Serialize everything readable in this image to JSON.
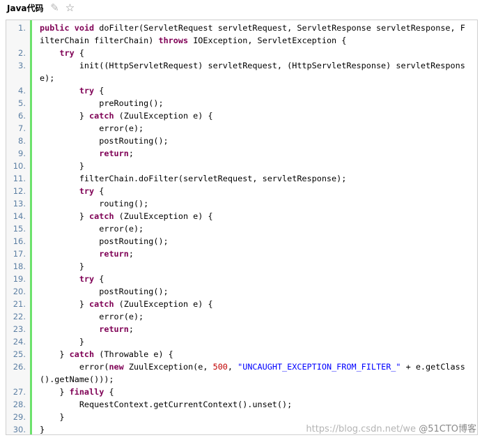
{
  "toolbar": {
    "title": "Java代码",
    "pin_icon": "pin-icon",
    "star_icon": "star-icon"
  },
  "code": {
    "lines": [
      {
        "num": "1.",
        "tokens": [
          {
            "t": "kw",
            "v": "public"
          },
          {
            "t": "p",
            "v": " "
          },
          {
            "t": "kw",
            "v": "void"
          },
          {
            "t": "p",
            "v": " doFilter(ServletRequest servletRequest, ServletResponse servletResponse, F"
          }
        ]
      },
      {
        "num": "",
        "tokens": [
          {
            "t": "p",
            "v": "ilterChain filterChain) "
          },
          {
            "t": "kw",
            "v": "throws"
          },
          {
            "t": "p",
            "v": " IOException, ServletException {"
          }
        ]
      },
      {
        "num": "2.",
        "tokens": [
          {
            "t": "p",
            "v": "    "
          },
          {
            "t": "kw",
            "v": "try"
          },
          {
            "t": "p",
            "v": " {"
          }
        ]
      },
      {
        "num": "3.",
        "tokens": [
          {
            "t": "p",
            "v": "        init((HttpServletRequest) servletRequest, (HttpServletResponse) servletRespons"
          }
        ]
      },
      {
        "num": "",
        "tokens": [
          {
            "t": "p",
            "v": "e);"
          }
        ]
      },
      {
        "num": "4.",
        "tokens": [
          {
            "t": "p",
            "v": "        "
          },
          {
            "t": "kw",
            "v": "try"
          },
          {
            "t": "p",
            "v": " {"
          }
        ]
      },
      {
        "num": "5.",
        "tokens": [
          {
            "t": "p",
            "v": "            preRouting();"
          }
        ]
      },
      {
        "num": "6.",
        "tokens": [
          {
            "t": "p",
            "v": "        } "
          },
          {
            "t": "kw",
            "v": "catch"
          },
          {
            "t": "p",
            "v": " (ZuulException e) {"
          }
        ]
      },
      {
        "num": "7.",
        "tokens": [
          {
            "t": "p",
            "v": "            error(e);"
          }
        ]
      },
      {
        "num": "8.",
        "tokens": [
          {
            "t": "p",
            "v": "            postRouting();"
          }
        ]
      },
      {
        "num": "9.",
        "tokens": [
          {
            "t": "p",
            "v": "            "
          },
          {
            "t": "kw",
            "v": "return"
          },
          {
            "t": "p",
            "v": ";"
          }
        ]
      },
      {
        "num": "10.",
        "tokens": [
          {
            "t": "p",
            "v": "        }"
          }
        ]
      },
      {
        "num": "11.",
        "tokens": [
          {
            "t": "p",
            "v": "        filterChain.doFilter(servletRequest, servletResponse);"
          }
        ]
      },
      {
        "num": "12.",
        "tokens": [
          {
            "t": "p",
            "v": "        "
          },
          {
            "t": "kw",
            "v": "try"
          },
          {
            "t": "p",
            "v": " {"
          }
        ]
      },
      {
        "num": "13.",
        "tokens": [
          {
            "t": "p",
            "v": "            routing();"
          }
        ]
      },
      {
        "num": "14.",
        "tokens": [
          {
            "t": "p",
            "v": "        } "
          },
          {
            "t": "kw",
            "v": "catch"
          },
          {
            "t": "p",
            "v": " (ZuulException e) {"
          }
        ]
      },
      {
        "num": "15.",
        "tokens": [
          {
            "t": "p",
            "v": "            error(e);"
          }
        ]
      },
      {
        "num": "16.",
        "tokens": [
          {
            "t": "p",
            "v": "            postRouting();"
          }
        ]
      },
      {
        "num": "17.",
        "tokens": [
          {
            "t": "p",
            "v": "            "
          },
          {
            "t": "kw",
            "v": "return"
          },
          {
            "t": "p",
            "v": ";"
          }
        ]
      },
      {
        "num": "18.",
        "tokens": [
          {
            "t": "p",
            "v": "        }"
          }
        ]
      },
      {
        "num": "19.",
        "tokens": [
          {
            "t": "p",
            "v": "        "
          },
          {
            "t": "kw",
            "v": "try"
          },
          {
            "t": "p",
            "v": " {"
          }
        ]
      },
      {
        "num": "20.",
        "tokens": [
          {
            "t": "p",
            "v": "            postRouting();"
          }
        ]
      },
      {
        "num": "21.",
        "tokens": [
          {
            "t": "p",
            "v": "        } "
          },
          {
            "t": "kw",
            "v": "catch"
          },
          {
            "t": "p",
            "v": " (ZuulException e) {"
          }
        ]
      },
      {
        "num": "22.",
        "tokens": [
          {
            "t": "p",
            "v": "            error(e);"
          }
        ]
      },
      {
        "num": "23.",
        "tokens": [
          {
            "t": "p",
            "v": "            "
          },
          {
            "t": "kw",
            "v": "return"
          },
          {
            "t": "p",
            "v": ";"
          }
        ]
      },
      {
        "num": "24.",
        "tokens": [
          {
            "t": "p",
            "v": "        }"
          }
        ]
      },
      {
        "num": "25.",
        "tokens": [
          {
            "t": "p",
            "v": "    } "
          },
          {
            "t": "kw",
            "v": "catch"
          },
          {
            "t": "p",
            "v": " (Throwable e) {"
          }
        ]
      },
      {
        "num": "26.",
        "tokens": [
          {
            "t": "p",
            "v": "        error("
          },
          {
            "t": "kw",
            "v": "new"
          },
          {
            "t": "p",
            "v": " ZuulException(e, "
          },
          {
            "t": "numlit",
            "v": "500"
          },
          {
            "t": "p",
            "v": ", "
          },
          {
            "t": "str",
            "v": "\"UNCAUGHT_EXCEPTION_FROM_FILTER_\""
          },
          {
            "t": "p",
            "v": " + e.getClass"
          }
        ]
      },
      {
        "num": "",
        "tokens": [
          {
            "t": "p",
            "v": "().getName()));"
          }
        ]
      },
      {
        "num": "27.",
        "tokens": [
          {
            "t": "p",
            "v": "    } "
          },
          {
            "t": "kw",
            "v": "finally"
          },
          {
            "t": "p",
            "v": " {"
          }
        ]
      },
      {
        "num": "28.",
        "tokens": [
          {
            "t": "p",
            "v": "        RequestContext.getCurrentContext().unset();"
          }
        ]
      },
      {
        "num": "29.",
        "tokens": [
          {
            "t": "p",
            "v": "    }"
          }
        ]
      },
      {
        "num": "30.",
        "tokens": [
          {
            "t": "p",
            "v": "}"
          }
        ]
      }
    ]
  },
  "watermark": {
    "url": "https://blog.csdn.net/we",
    "brand": "@51CTO博客"
  },
  "colors": {
    "gutter_border": "#6ce26c",
    "keyword": "#7f0055",
    "string": "#0000ff",
    "number": "#c00000",
    "line_number": "#5c7fa3"
  }
}
